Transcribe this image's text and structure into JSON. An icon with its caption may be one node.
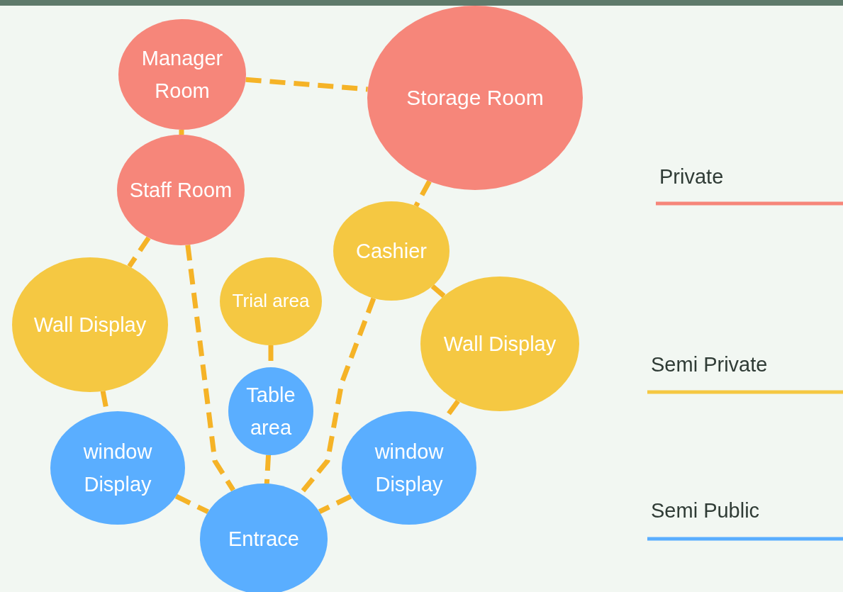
{
  "diagram": {
    "nodes": [
      {
        "text": [
          "Manager Room"
        ]
      },
      {
        "text": [
          "Storage Room"
        ]
      },
      {
        "text": [
          "Staff Room"
        ]
      },
      {
        "text": [
          "Cashier"
        ]
      },
      {
        "text": [
          "Wall Display"
        ]
      },
      {
        "text": [
          "Trial area"
        ]
      },
      {
        "text": [
          "Wall Display"
        ]
      },
      {
        "text": [
          "Table area"
        ]
      },
      {
        "text": [
          "window Display"
        ]
      },
      {
        "text": [
          "window Display"
        ]
      },
      {
        "text": [
          "Entrace"
        ]
      }
    ],
    "edges": [
      {
        "from": 0,
        "to": 1,
        "arrow": "none"
      },
      {
        "from": 0,
        "to": 2,
        "arrow": "none"
      },
      {
        "from": 1,
        "to": 3,
        "arrow": "none"
      },
      {
        "from": 2,
        "to": 4,
        "arrow": "none"
      },
      {
        "from": 2,
        "to": 10,
        "arrow": "none"
      },
      {
        "from": 3,
        "to": 6,
        "arrow": "none"
      },
      {
        "from": 3,
        "to": 10,
        "arrow": "none"
      },
      {
        "from": 4,
        "to": 8,
        "arrow": "none"
      },
      {
        "from": 5,
        "to": 7,
        "arrow": "none"
      },
      {
        "from": 7,
        "to": 10,
        "arrow": "none"
      },
      {
        "from": 6,
        "to": 9,
        "arrow": "none"
      },
      {
        "from": 8,
        "to": 10,
        "arrow": "none"
      },
      {
        "from": 9,
        "to": 10,
        "arrow": "none"
      }
    ],
    "legend": [
      {
        "text": "Private"
      },
      {
        "text": "Semi Private"
      },
      {
        "text": "Semi Public"
      }
    ]
  }
}
